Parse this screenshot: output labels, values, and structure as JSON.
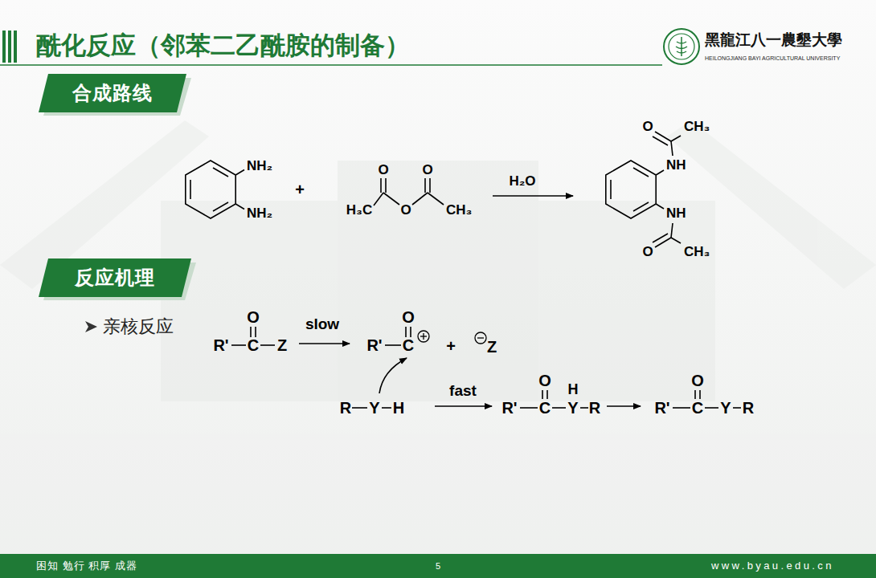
{
  "diagram": {
    "title": "酰化反应（邻苯二乙酰胺的制备）",
    "nodes": [
      {
        "text": [
          "合成路线"
        ]
      },
      {
        "text": [
          "反应机理"
        ]
      },
      {
        "text": [
          "困知 勉行 积厚 成器",
          "5",
          "www.byau.edu.cn"
        ]
      }
    ],
    "labels": [
      "黑龍江八一農墾大學",
      "HEILONGJIANG BAYI AGRICULTURAL UNIVERSITY",
      "NH₂",
      "NH₂",
      "+",
      "O",
      "O",
      "H₃C",
      "O",
      "CH₃",
      "H₂O",
      "O",
      "CH₃",
      "NH",
      "NH",
      "O",
      "CH₃",
      "亲核反应",
      "O",
      "R'",
      "C",
      "Z",
      "slow",
      "O",
      "R'",
      "C",
      "+",
      "Z",
      "R",
      "Y",
      "H",
      "fast",
      "O",
      "H",
      "R'",
      "C",
      "Y",
      "R",
      "O",
      "R'",
      "C",
      "Y",
      "R"
    ]
  }
}
